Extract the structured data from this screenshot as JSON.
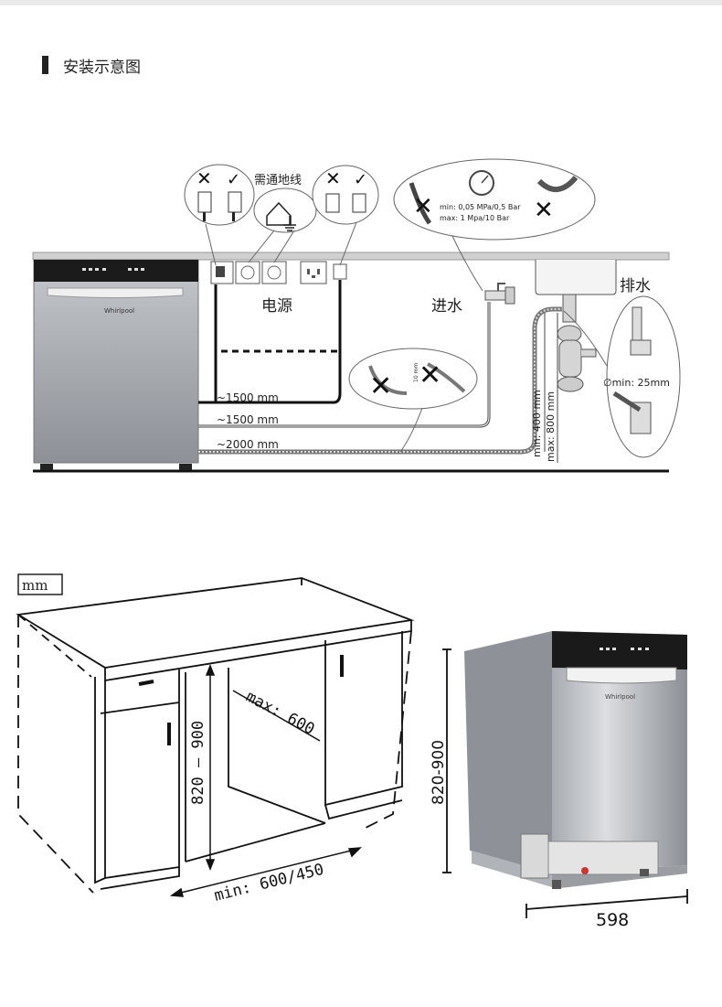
{
  "section_title": "安装示意图",
  "install": {
    "ground_label": "需通地线",
    "power_label": "电源",
    "water_inlet_label": "进水",
    "drain_label": "排水",
    "pressure_min": "min: 0,05 MPa/0,5 Bar",
    "pressure_max": "max: 1 Mpa/10 Bar",
    "brand": "Whirlpool",
    "len_1": "~1500 mm",
    "len_2": "~1500 mm",
    "len_3": "~2000 mm",
    "drain_min_h": "min: 400 mm",
    "drain_max_h": "max: 800 mm",
    "drain_min_dia": "∅min: 25mm",
    "hose_label": "10 mm",
    "cross_mark": "✕",
    "check_mark": "✓"
  },
  "dimensions": {
    "unit": "mm",
    "depth_max": "max: 600",
    "height_range": "820 – 900",
    "width_min": "min: 600/450",
    "product_height": "820-900",
    "product_width": "598",
    "brand": "Whirlpool"
  },
  "colors": {
    "steel_light": "#c9ccd0",
    "steel_dark": "#7c8086",
    "panel": "#1a1a1a",
    "line": "#222222"
  }
}
